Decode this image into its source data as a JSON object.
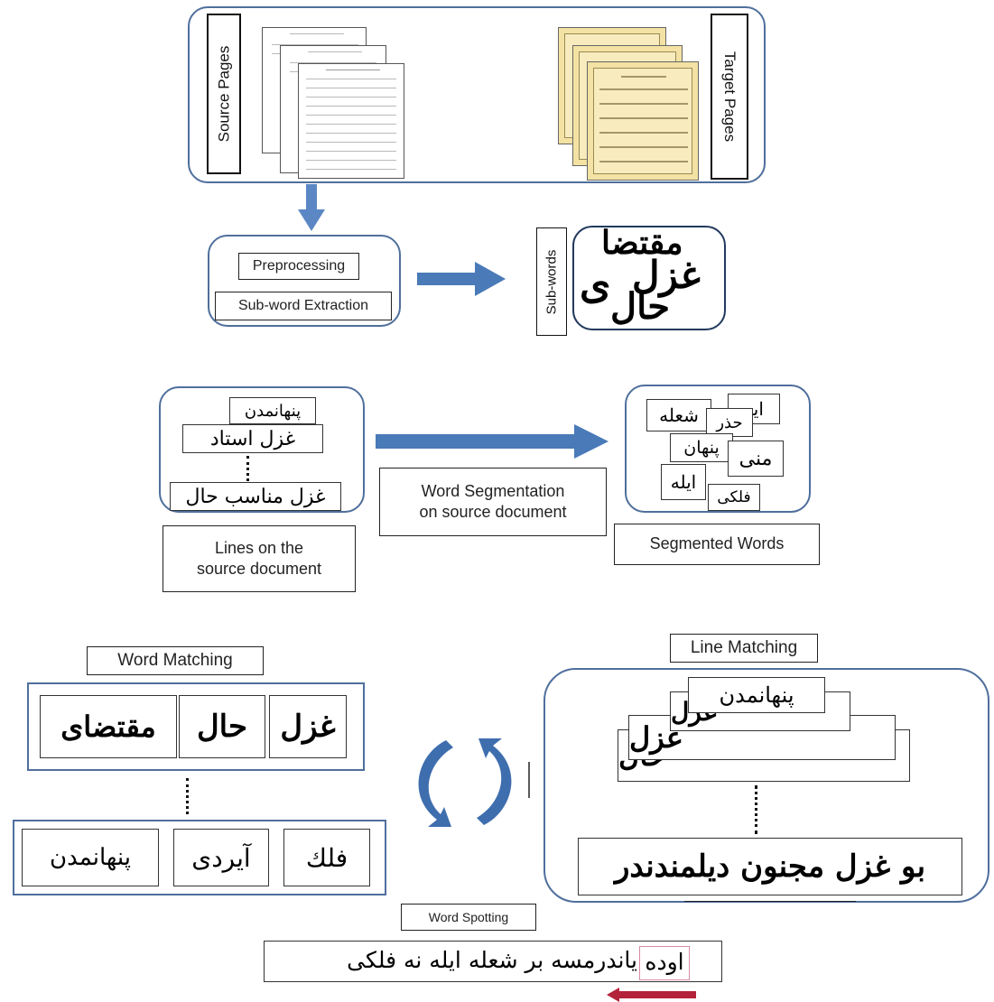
{
  "colors": {
    "panel_border": "#4f6f9c",
    "flow_arrow": "#4a7ab8",
    "cycle_arrow": "#3f6eae",
    "spotting_arrow": "#b3233a",
    "spot_highlight": "#d88aa8",
    "target_page": "#f3e2a3"
  },
  "icons": [
    "down-arrow-icon",
    "right-arrow-icon",
    "cycle-arrows-icon",
    "left-arrow-icon"
  ],
  "pages": {
    "source_label": "Source Pages",
    "target_label": "Target Pages"
  },
  "preprocess": {
    "preprocessing_label": "Preprocessing",
    "extraction_label": "Sub-word Extraction"
  },
  "subwords": {
    "label": "Sub-words",
    "items": [
      "مقتضا",
      "غزل",
      "ى",
      "حال"
    ]
  },
  "segmentation": {
    "line_words": [
      "پنهانمدن",
      "غزل استاد",
      "غزل مناسب حال"
    ],
    "lines_label_1": "Lines on the",
    "lines_label_2": "source document",
    "process_label_1": "Word Segmentation",
    "process_label_2": "on source document",
    "segmented_words": [
      "ايه",
      "شعله",
      "حذر",
      "پنهان",
      "منى",
      "ايله",
      "فلكى"
    ],
    "segmented_label": "Segmented Words"
  },
  "matching": {
    "word_label": "Word Matching",
    "top_words": [
      "غزل",
      "حال",
      "مقتضاى"
    ],
    "bottom_words": [
      "فلك",
      "آيردى",
      "پنهانمدن"
    ],
    "line_label": "Line Matching",
    "overlap_words": [
      "پنهانمدن",
      "غزل",
      "غزل",
      "حال"
    ],
    "bottom_line": "بو غزل مجنون ديلمندندر"
  },
  "spotting": {
    "label": "Word Spotting",
    "highlight": "اوده",
    "rest": "ياندرمسه  بر شعله ايله نه فلكى"
  }
}
